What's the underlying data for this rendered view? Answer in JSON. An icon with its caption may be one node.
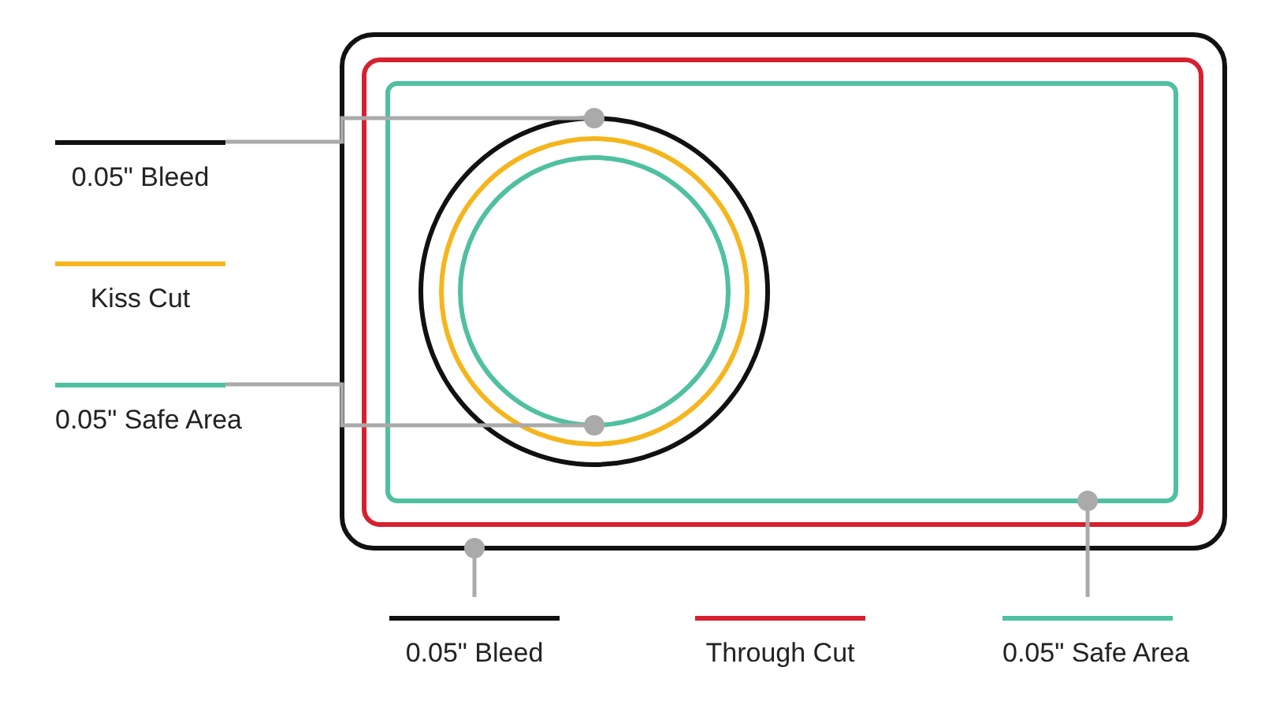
{
  "diagram": {
    "nodes": [
      {
        "text": [
          "0.05\" Bleed"
        ]
      },
      {
        "text": [
          "0.05\" Safe Area"
        ]
      },
      {
        "text": [],
        "shape": "box"
      },
      {
        "text": [],
        "shape": "box",
        "in": 2
      },
      {
        "text": [],
        "shape": "circle",
        "in": 3
      },
      {
        "text": [],
        "shape": "circle",
        "in": 4
      },
      {
        "text": [
          "0.05\" Bleed"
        ]
      },
      {
        "text": [
          "0.05\" Safe Area"
        ]
      }
    ],
    "edges": [
      {
        "from": 0,
        "to": 4,
        "arrow": "other"
      },
      {
        "from": 1,
        "to": 5,
        "arrow": "other"
      },
      {
        "from": 6,
        "to": 2,
        "arrow": "other"
      },
      {
        "from": 7,
        "to": 3,
        "arrow": "other"
      }
    ],
    "labels": [
      "Kiss Cut",
      "Through Cut"
    ]
  }
}
